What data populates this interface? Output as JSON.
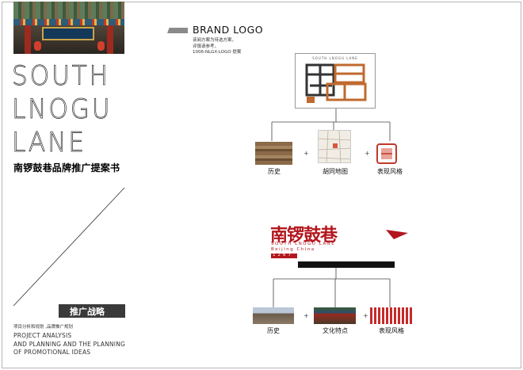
{
  "left": {
    "big_title_lines": [
      "SOUTH",
      "LNOGU",
      "LANE"
    ],
    "title_cn": "南锣鼓巷品牌推广提案书",
    "section_tag": "推广战略",
    "notes_cn": "项目分析和规划 ,品牌推广规划",
    "notes_en": [
      "PROJECT ANALYSIS",
      "AND PLANNING AND THE PLANNING",
      "OF PROMOTIONAL IDEAS"
    ]
  },
  "brand": {
    "heading": "BRAND LOGO",
    "desc": [
      "该阅方案为待选方案，",
      "评慎请参考，",
      "1006-NLGX-LOGO 提案"
    ]
  },
  "logo1": {
    "small_text": "SOUTH LNOGU LANE"
  },
  "logo2": {
    "wordmark": "南锣鼓巷",
    "sub_lines": [
      "SOUTH LNOGU LANE",
      "Beijing China"
    ],
    "year": "1267"
  },
  "row1": {
    "captions": [
      "历史",
      "胡同地图",
      "表现风格"
    ],
    "plus": [
      "+",
      "+"
    ]
  },
  "row2": {
    "captions": [
      "历史",
      "文化特点",
      "表现风格"
    ],
    "plus": [
      "+",
      "+"
    ]
  },
  "colors": {
    "brand_red": "#b3161d",
    "logo_brown": "#c06a2e",
    "dark": "#3a3a3a"
  }
}
